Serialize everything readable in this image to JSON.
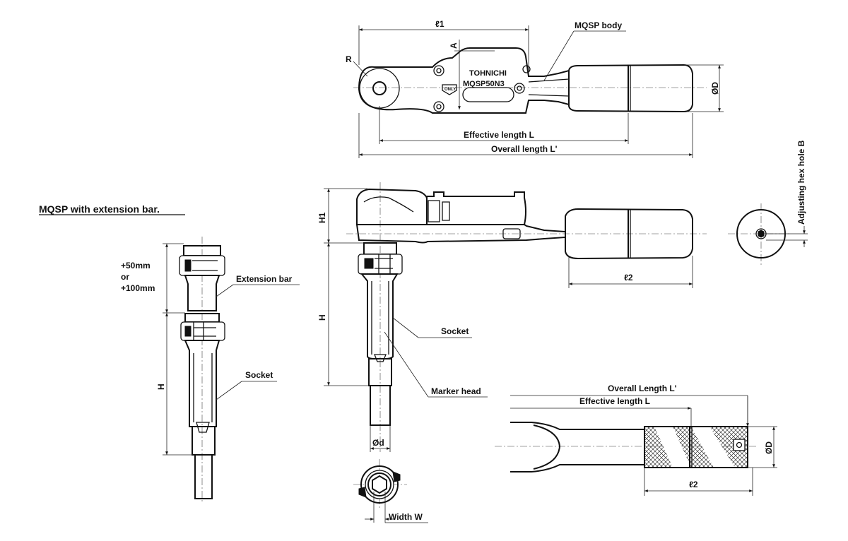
{
  "title": "MQSP with extension bar.",
  "top_view": {
    "l1": "ℓ1",
    "a": "A",
    "r": "R",
    "body_label": "MQSP body",
    "brand": "TOHNICHI",
    "model": "MQSP50N3",
    "only": "ONLY",
    "od": "ØD",
    "effective_length": "Effective length L",
    "overall_length": "Overall length L'"
  },
  "side_view": {
    "h1": "H1",
    "h": "H",
    "l2": "ℓ2",
    "socket": "Socket",
    "marker_head": "Marker head",
    "d_small": "Ød",
    "width_w": "Width W",
    "adjusting_hole": "Adjusting hex hole B"
  },
  "extension_view": {
    "plus50": "+50mm",
    "or": "or",
    "plus100": "+100mm",
    "extension_bar": "Extension bar",
    "socket": "Socket",
    "h": "H"
  },
  "handle_view": {
    "overall_length": "Overall Length L'",
    "effective_length": "Effective length L",
    "od": "ØD",
    "l2": "ℓ2"
  }
}
